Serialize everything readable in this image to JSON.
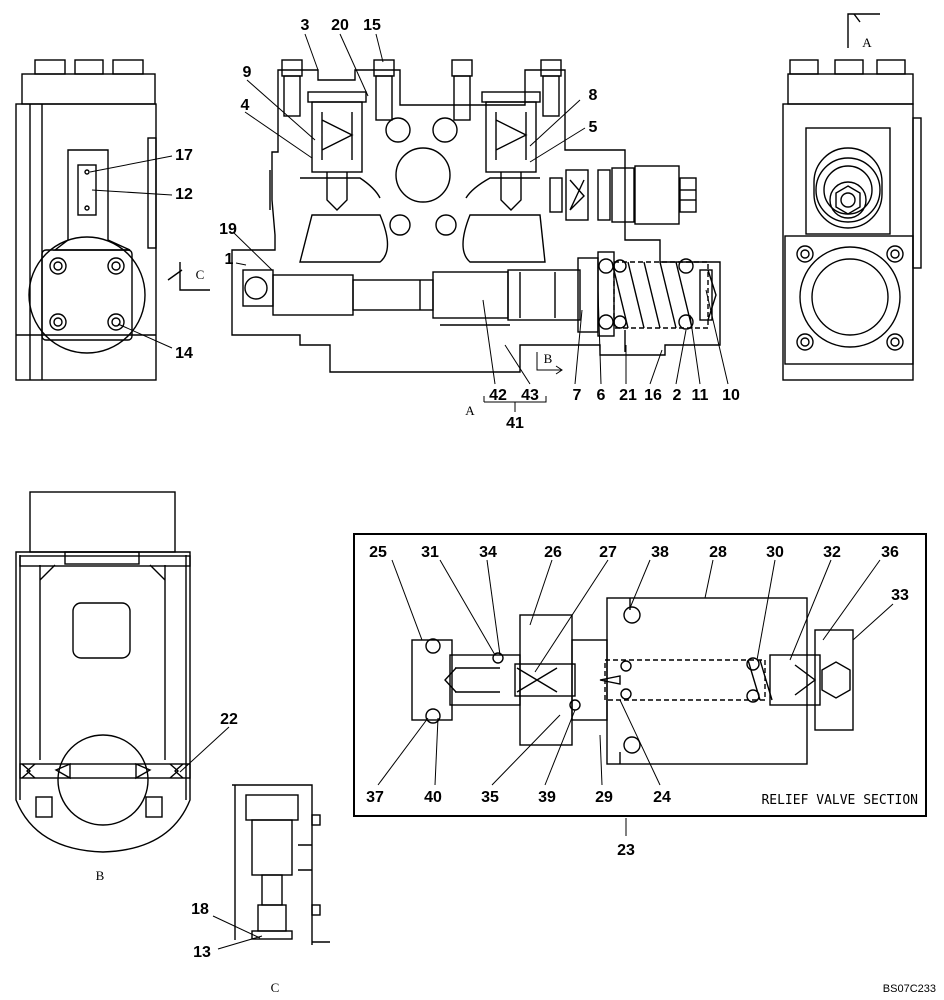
{
  "diagram": {
    "callouts_main": [
      "3",
      "20",
      "15",
      "9",
      "8",
      "4",
      "5",
      "17",
      "12",
      "19",
      "1",
      "14",
      "7",
      "6",
      "21",
      "16",
      "2",
      "11",
      "10",
      "42",
      "43",
      "41"
    ],
    "callouts_relief": [
      "25",
      "31",
      "34",
      "26",
      "27",
      "38",
      "28",
      "30",
      "32",
      "36",
      "33",
      "37",
      "40",
      "35",
      "39",
      "29",
      "24",
      "23"
    ],
    "callouts_views": [
      "22",
      "18",
      "13"
    ],
    "view_labels": {
      "a_top": "A",
      "a_main": "A",
      "b_marker": "B",
      "b_view": "B",
      "c_marker": "C",
      "c_view": "C"
    },
    "relief_caption": "RELIEF VALVE SECTION",
    "drawing_code": "BS07C233"
  }
}
